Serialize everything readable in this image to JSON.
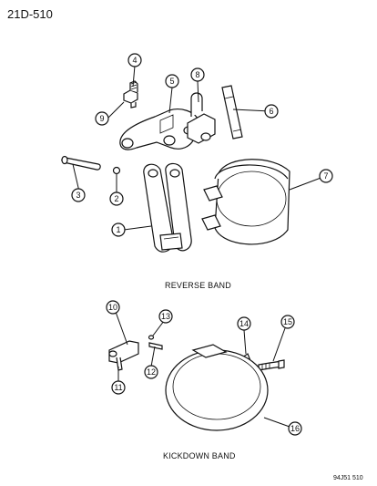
{
  "header": {
    "page_id": "21D-510"
  },
  "sections": [
    {
      "caption": "REVERSE BAND"
    },
    {
      "caption": "KICKDOWN BAND"
    }
  ],
  "callouts": [
    "1",
    "2",
    "3",
    "4",
    "5",
    "6",
    "7",
    "8",
    "9",
    "10",
    "11",
    "12",
    "13",
    "14",
    "15",
    "16"
  ],
  "footer": {
    "code": "94J51 510"
  }
}
